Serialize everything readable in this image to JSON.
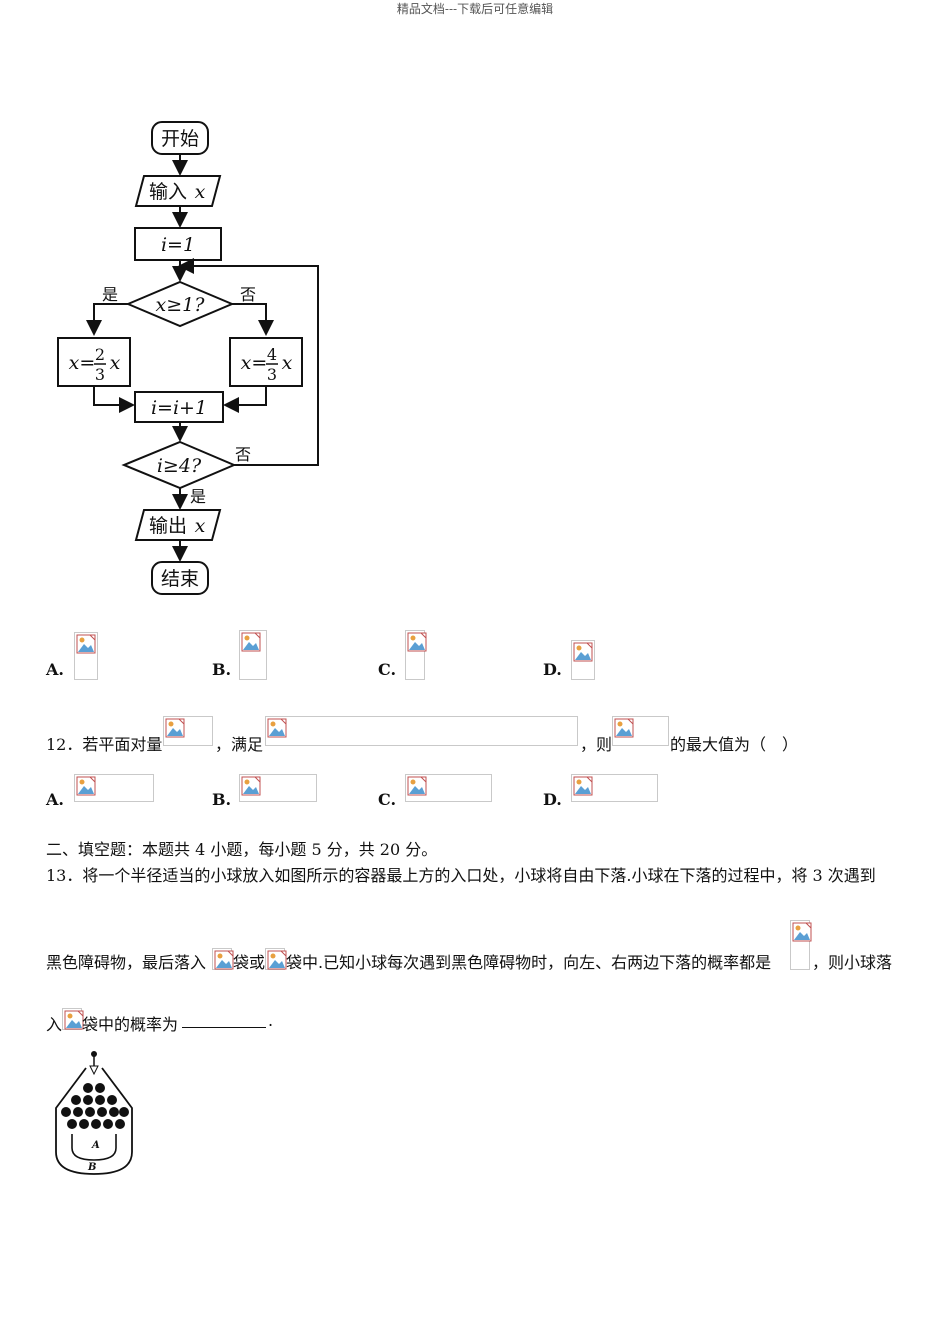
{
  "header": {
    "text": "精品文档---下载后可任意编辑"
  },
  "flowchart": {
    "start": "开始",
    "input_prefix": "输入",
    "var_x": "x",
    "init_i": "i=1",
    "cond1": "x≥1?",
    "yes": "是",
    "no": "否",
    "assign_left_x": "x=",
    "assign_left_num": "2",
    "assign_left_den": "3",
    "assign_left_var": "x",
    "assign_right_x": "x=",
    "assign_right_num": "4",
    "assign_right_den": "3",
    "assign_right_var": "x",
    "increment": "i=i+1",
    "cond2": "i≥4?",
    "output_prefix": "输出",
    "end": "结束"
  },
  "q11_options": [
    "A.",
    "B.",
    "C.",
    "D."
  ],
  "q12": {
    "number": "12．若平面对量",
    "mid1": "，满足",
    "mid2": "，则",
    "tail": "的最大值为（　）",
    "options": [
      "A.",
      "B.",
      "C.",
      "D."
    ]
  },
  "section2": "二、填空题：本题共 4 小题，每小题 5 分，共 20 分。",
  "q13": {
    "line1": "13．将一个半径适当的小球放入如图所示的容器最上方的入口处，小球将自由下落.小球在下落的过程中，将 3 次遇到",
    "line2a": "黑色障碍物，最后落入",
    "line2b": "袋或",
    "line2c": "袋中.已知小球每次遇到黑色障碍物时，向左、右两边下落的概率都是",
    "line2d": "，则小球落",
    "line3a": "入",
    "line3b": "袋中的概率为",
    "line3c": ".",
    "label_a": "A",
    "label_b": "B"
  }
}
